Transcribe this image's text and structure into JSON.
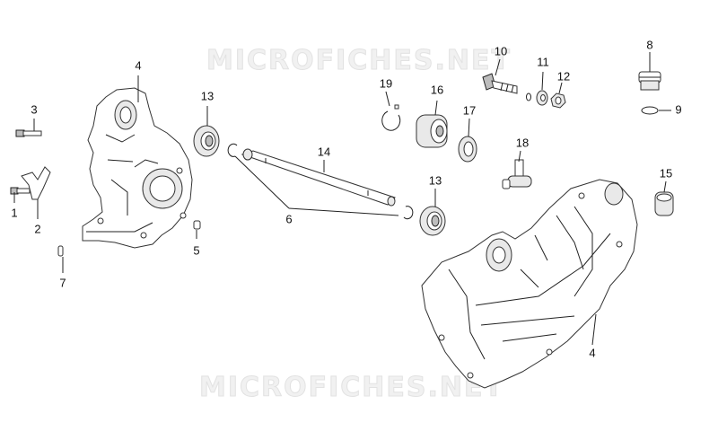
{
  "watermark": {
    "top": "MICROFICHES.NET",
    "bottom": "MICROFICHES.NET"
  },
  "callouts": {
    "c1": "1",
    "c2": "2",
    "c3": "3",
    "c4a": "4",
    "c4b": "4",
    "c5": "5",
    "c6": "6",
    "c7": "7",
    "c8": "8",
    "c9": "9",
    "c10": "10",
    "c11": "11",
    "c12": "12",
    "c13a": "13",
    "c13b": "13",
    "c14": "14",
    "c15": "15",
    "c16": "16",
    "c17": "17",
    "c18": "18",
    "c19": "19"
  }
}
